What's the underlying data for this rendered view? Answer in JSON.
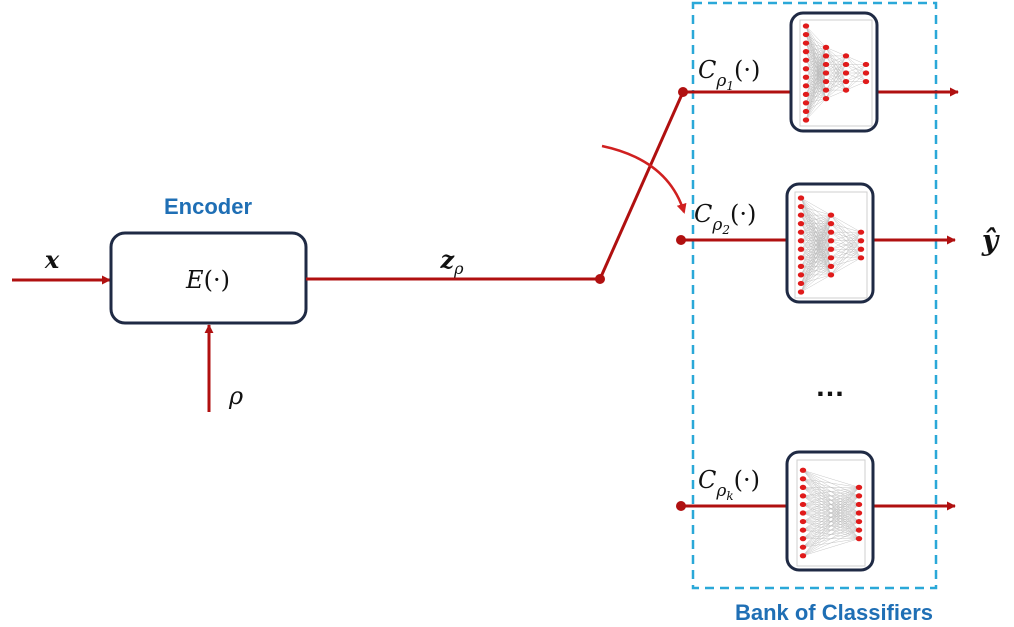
{
  "colors": {
    "wire": "#b01010",
    "box_stroke": "#1f2a44",
    "bank_dash": "#2aa8d8",
    "title_blue": "#1f6fb5",
    "node_red": "#e01b1b",
    "mesh": "#b9b9b9"
  },
  "encoder": {
    "title": "Encoder",
    "func_name": "E",
    "func_args": "(·)",
    "input_x": "x",
    "input_rho": "ρ",
    "output_z": "z",
    "output_z_sub": "ρ"
  },
  "bank": {
    "title": "Bank of Classifiers",
    "ellipsis": "…",
    "classifiers": [
      {
        "name": "C",
        "sub": "ρ",
        "subsub": "1",
        "args": "(·)"
      },
      {
        "name": "C",
        "sub": "ρ",
        "subsub": "2",
        "args": "(·)"
      },
      {
        "name": "C",
        "sub": "ρ",
        "subsub": "k",
        "args": "(·)"
      }
    ]
  },
  "output": {
    "y_hat": "ŷ"
  }
}
